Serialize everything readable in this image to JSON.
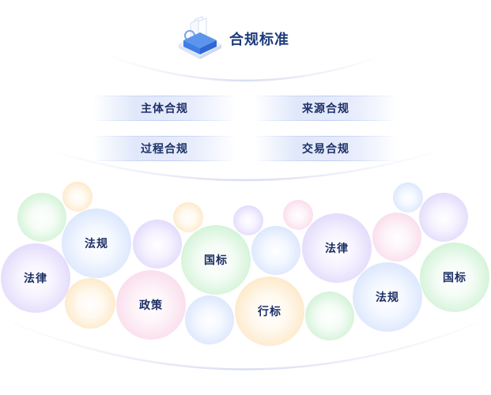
{
  "header": {
    "title": "合规标准",
    "icon": "document-stack-box-icon"
  },
  "categories": [
    {
      "label": "主体合规"
    },
    {
      "label": "来源合规"
    },
    {
      "label": "过程合规"
    },
    {
      "label": "交易合规"
    }
  ],
  "bubbles": [
    {
      "label": "",
      "color": "green"
    },
    {
      "label": "",
      "color": "orange"
    },
    {
      "label": "法律",
      "color": "purple"
    },
    {
      "label": "法规",
      "color": "blue"
    },
    {
      "label": "",
      "color": "orange"
    },
    {
      "label": "",
      "color": "purple"
    },
    {
      "label": "",
      "color": "orange"
    },
    {
      "label": "政策",
      "color": "pink"
    },
    {
      "label": "国标",
      "color": "green"
    },
    {
      "label": "",
      "color": "blue"
    },
    {
      "label": "",
      "color": "purple"
    },
    {
      "label": "",
      "color": "blue"
    },
    {
      "label": "",
      "color": "pink"
    },
    {
      "label": "行标",
      "color": "orange"
    },
    {
      "label": "法律",
      "color": "purple"
    },
    {
      "label": "",
      "color": "green"
    },
    {
      "label": "",
      "color": "pink"
    },
    {
      "label": "",
      "color": "blue"
    },
    {
      "label": "",
      "color": "purple"
    },
    {
      "label": "法规",
      "color": "blue"
    },
    {
      "label": "国标",
      "color": "green"
    }
  ],
  "colors": {
    "text": "#1c2f66",
    "title": "#1c3b7a",
    "accent": "#3b7be8",
    "arc": "#dfe3f4"
  }
}
